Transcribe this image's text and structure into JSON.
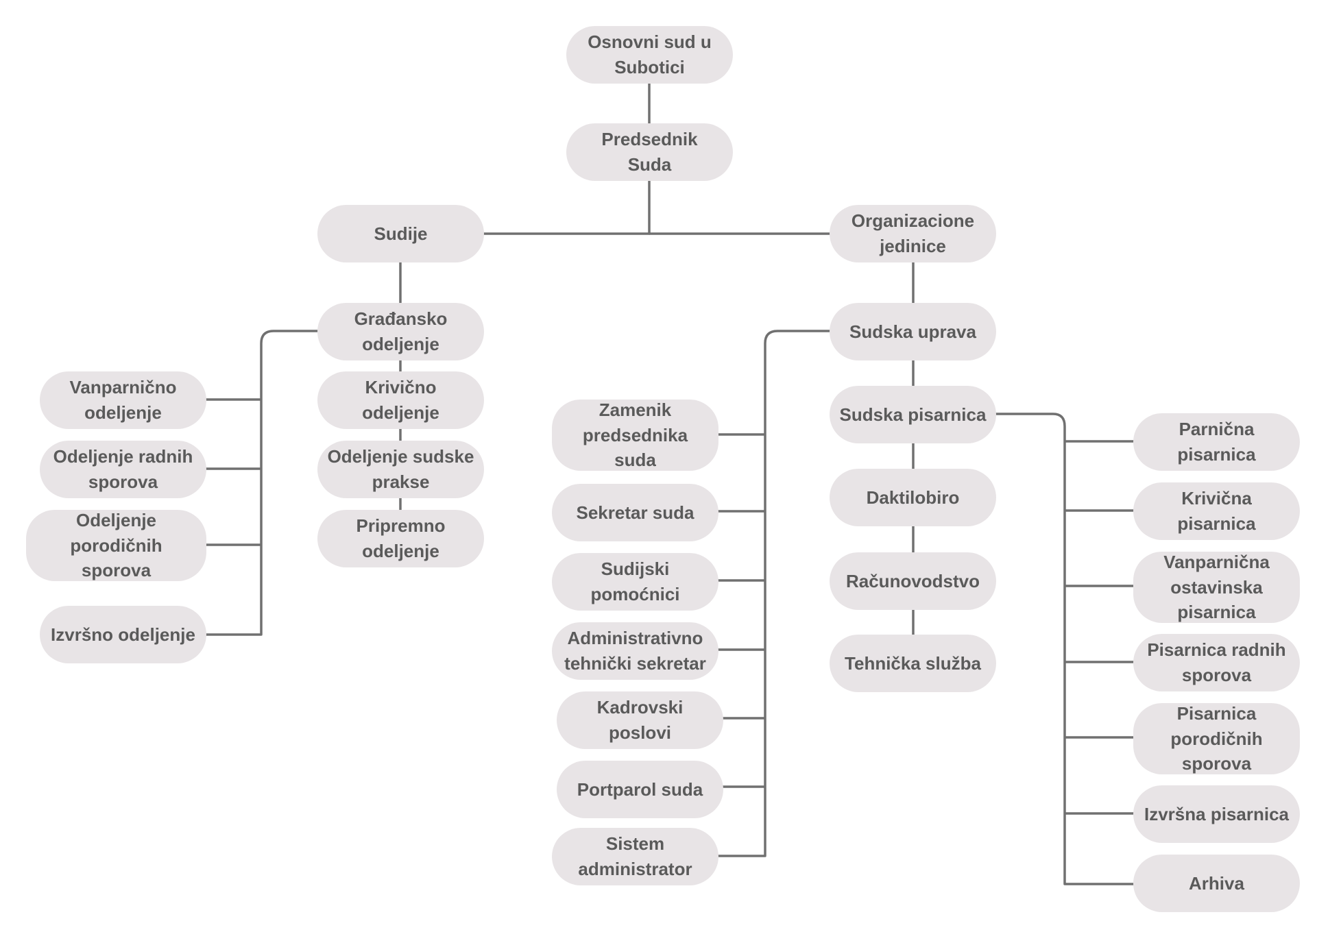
{
  "nodes": {
    "root": "Osnovni sud u\nSubotici",
    "president": "Predsednik\nSuda",
    "judges": "Sudije",
    "org_units": "Organizacione\njedinice",
    "civil_dept": "Građansko\nodeljenje",
    "criminal_dept": "Krivično\nodeljenje",
    "practice_dept": "Odeljenje sudske\nprakse",
    "preparatory_dept": "Pripremno\nodeljenje",
    "nonlitigation_dept": "Vanparnično\nodeljenje",
    "labor_dept": "Odeljenje radnih\nsporova",
    "family_dept": "Odeljenje\nporodičnih\nsporova",
    "enforcement_dept": "Izvršno odeljenje",
    "administration": "Sudska uprava",
    "deputy_president": "Zamenik\npredsednika\nsuda",
    "secretary": "Sekretar suda",
    "judicial_assistants": "Sudijski\npomoćnici",
    "admin_tech_secretary": "Administrativno\ntehnički sekretar",
    "hr": "Kadrovski\nposlovi",
    "spokesperson": "Portparol suda",
    "sysadmin": "Sistem\nadministrator",
    "registry": "Sudska pisarnica",
    "typing_office": "Daktilobiro",
    "accounting": "Računovodstvo",
    "technical_service": "Tehnička služba",
    "civil_registry": "Parnična\npisarnica",
    "criminal_registry": "Krivična\npisarnica",
    "probate_registry": "Vanparnična\nostavinska\npisarnica",
    "labor_registry": "Pisarnica radnih\nsporova",
    "family_registry": "Pisarnica\nporodičnih\nsporova",
    "enforcement_registry": "Izvršna pisarnica",
    "archive": "Arhiva"
  },
  "style": {
    "node_fill": "#e8e4e6",
    "text_color": "#5a5a5a",
    "line_color": "#707070"
  }
}
